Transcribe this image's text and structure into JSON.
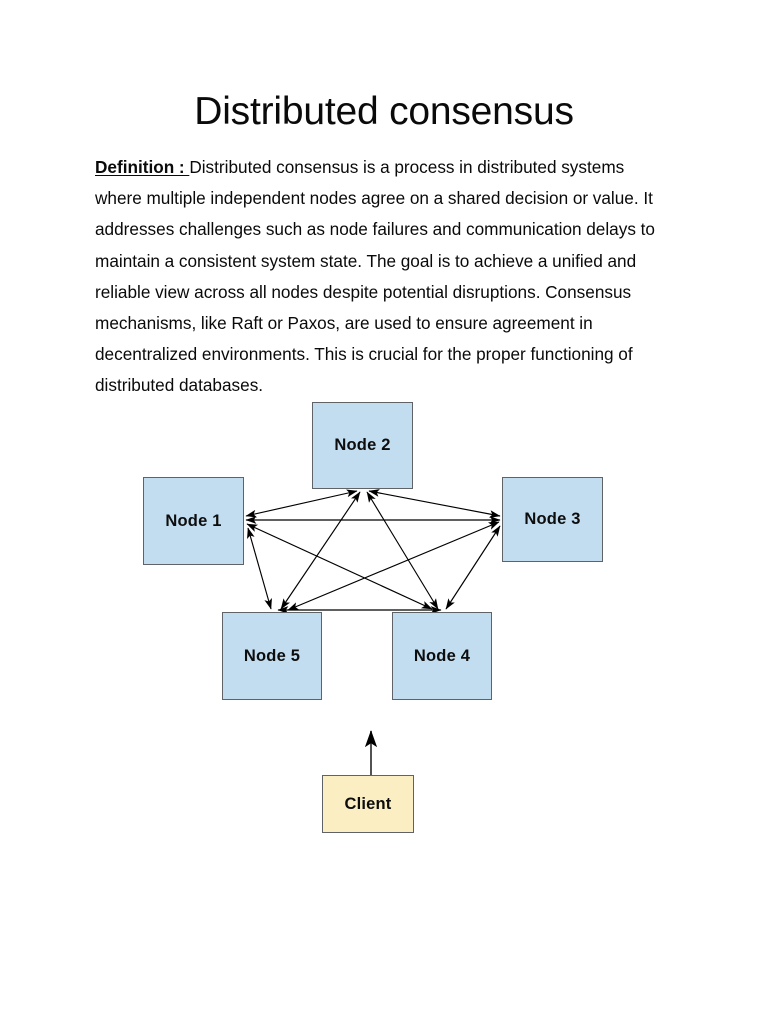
{
  "document": {
    "title": "Distributed consensus",
    "paragraph": {
      "label": "Definition : ",
      "text": "Distributed consensus is a process in distributed systems where multiple independent nodes agree on a shared decision or value. It addresses challenges such as node failures and communication delays to maintain a consistent system state. The goal is to achieve a unified and reliable view across all nodes despite potential disruptions. Consensus mechanisms, like Raft or Paxos, are used to ensure agreement in decentralized environments. This is crucial for the proper functioning of distributed databases."
    }
  },
  "diagram": {
    "type": "network-topology",
    "description": "Fully connected mesh of five consensus nodes with a client issuing a request",
    "node_fill": "#c3ddf0",
    "node_stroke": "#5f6368",
    "client_fill": "#fbeec2",
    "client_stroke": "#5f6368",
    "edge_color": "#000000",
    "nodes": [
      {
        "id": "node1",
        "label": "Node 1"
      },
      {
        "id": "node2",
        "label": "Node 2"
      },
      {
        "id": "node3",
        "label": "Node 3"
      },
      {
        "id": "node4",
        "label": "Node 4"
      },
      {
        "id": "node5",
        "label": "Node 5"
      }
    ],
    "client": {
      "id": "client",
      "label": "Client"
    },
    "edges": [
      {
        "from": "node1",
        "to": "node2",
        "bidirectional": true
      },
      {
        "from": "node1",
        "to": "node3",
        "bidirectional": true
      },
      {
        "from": "node1",
        "to": "node4",
        "bidirectional": true
      },
      {
        "from": "node1",
        "to": "node5",
        "bidirectional": true
      },
      {
        "from": "node2",
        "to": "node3",
        "bidirectional": true
      },
      {
        "from": "node2",
        "to": "node4",
        "bidirectional": true
      },
      {
        "from": "node2",
        "to": "node5",
        "bidirectional": true
      },
      {
        "from": "node3",
        "to": "node4",
        "bidirectional": true
      },
      {
        "from": "node3",
        "to": "node5",
        "bidirectional": true
      },
      {
        "from": "node4",
        "to": "node5",
        "bidirectional": true
      },
      {
        "from": "client",
        "to": "node4",
        "bidirectional": false
      }
    ]
  }
}
